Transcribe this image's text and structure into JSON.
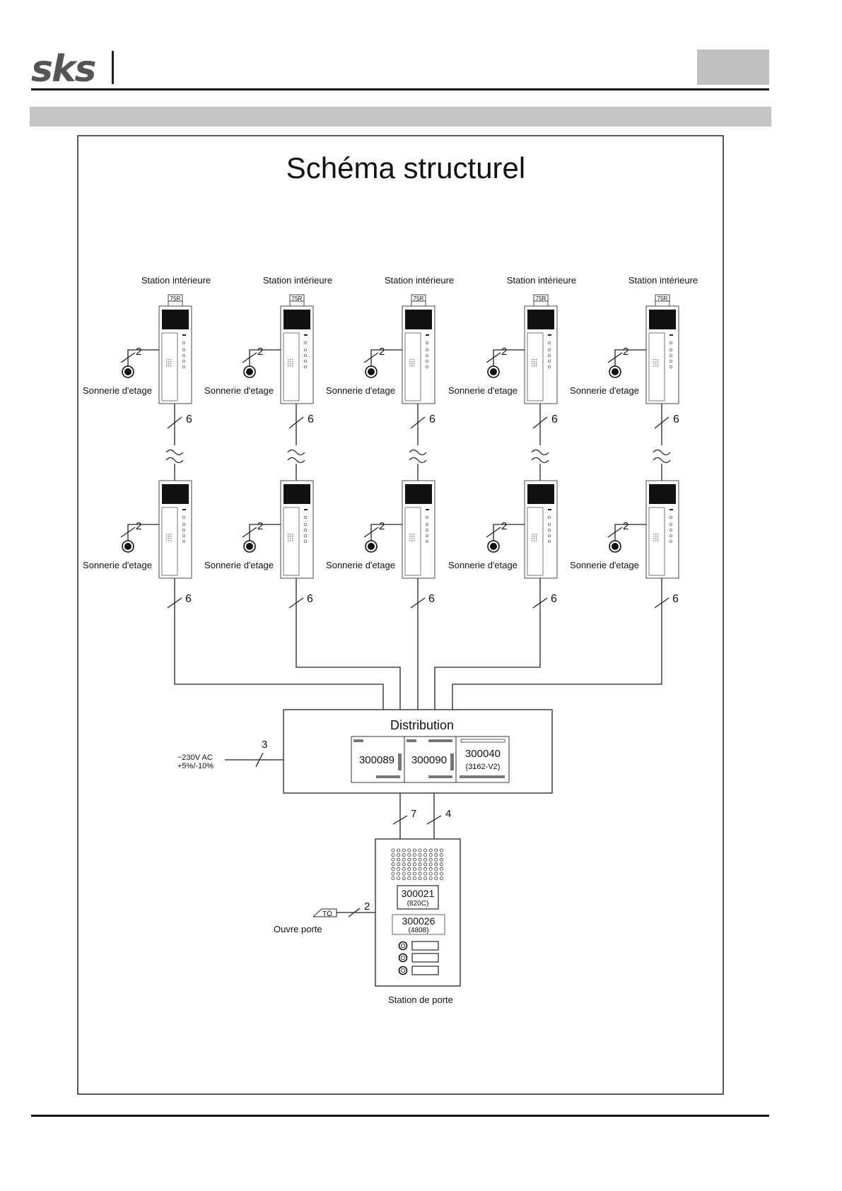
{
  "header": {
    "logo": "sks"
  },
  "diagram": {
    "title": "Schéma structurel",
    "station_label": "Station intérieure",
    "bell_label": "Sonnerie d'etage",
    "resistor_label": "75R",
    "bell_wires": "2",
    "riser_wires": "6",
    "distribution": {
      "title": "Distribution",
      "module1": "300089",
      "module2": "300090",
      "module3": "300040",
      "module3_sub": "(3162-V2)"
    },
    "power": {
      "line1": "~230V AC",
      "line2": "+5%/-10%",
      "wires": "3"
    },
    "wires_left": "7",
    "wires_right": "4",
    "door_station": {
      "label": "Station de porte",
      "module1": "300021",
      "module1_sub": "(820C)",
      "module2": "300026",
      "module2_sub": "(4808)"
    },
    "opener": {
      "label": "Ouvre porte",
      "symbol": "TÖ",
      "wires": "2"
    }
  }
}
